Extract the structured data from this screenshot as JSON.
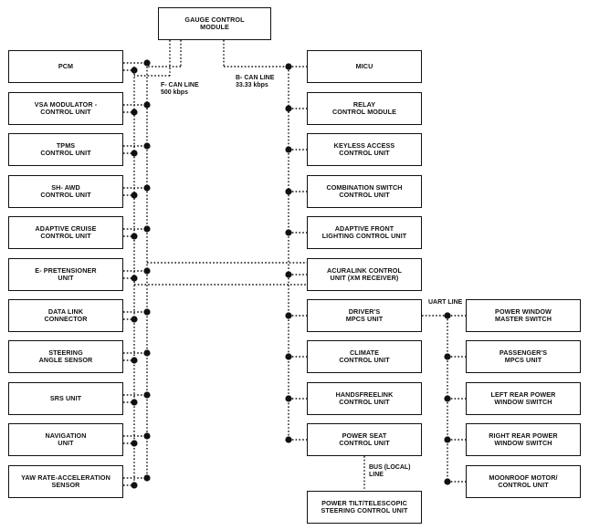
{
  "top": {
    "gauge": "GAUGE CONTROL\nMODULE"
  },
  "labels": {
    "fcan": "F- CAN LINE\n500 kbps",
    "bcan": "B- CAN LINE\n33.33 kbps",
    "uart": "UART LINE",
    "bus": "BUS (LOCAL)\nLINE"
  },
  "left": [
    "PCM",
    "VSA MODULATOR -\nCONTROL UNIT",
    "TPMS\nCONTROL UNIT",
    "SH- AWD\nCONTROL UNIT",
    "ADAPTIVE CRUISE\nCONTROL UNIT",
    "E- PRETENSIONER\nUNIT",
    "DATA LINK\nCONNECTOR",
    "STEERING\nANGLE SENSOR",
    "SRS UNIT",
    "NAVIGATION\nUNIT",
    "YAW RATE-ACCELERATION\nSENSOR"
  ],
  "middle": [
    "MICU",
    "RELAY\nCONTROL MODULE",
    "KEYLESS ACCESS\nCONTROL UNIT",
    "COMBINATION SWITCH\nCONTROL UNIT",
    "ADAPTIVE FRONT\nLIGHTING CONTROL UNIT",
    "ACURALINK CONTROL\nUNIT (XM RECEIVER)",
    "DRIVER'S\nMPCS UNIT",
    "CLIMATE\nCONTROL UNIT",
    "HANDSFREELINK\nCONTROL UNIT",
    "POWER SEAT\nCONTROL UNIT"
  ],
  "right": [
    "POWER WINDOW\nMASTER SWITCH",
    "PASSENGER'S\nMPCS UNIT",
    "LEFT REAR POWER\nWINDOW SWITCH",
    "RIGHT REAR POWER\nWINDOW SWITCH",
    "MOONROOF MOTOR/\nCONTROL UNIT"
  ],
  "bottom": {
    "steering": "POWER TILT/TELESCOPIC\nSTEERING CONTROL UNIT"
  }
}
